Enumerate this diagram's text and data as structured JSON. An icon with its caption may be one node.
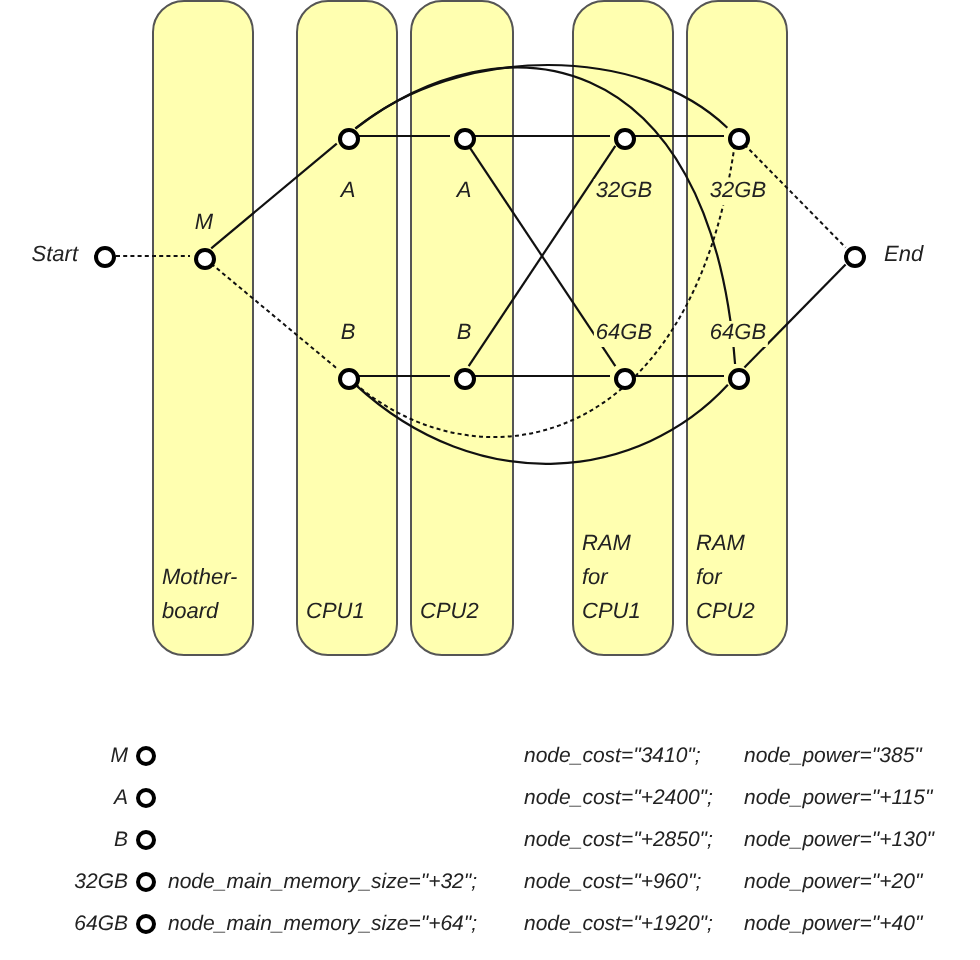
{
  "diagram": {
    "nodes": [
      {
        "text": [
          "Mother- board"
        ]
      },
      {
        "text": [
          "CPU1"
        ]
      },
      {
        "text": [
          "CPU2"
        ]
      },
      {
        "text": [
          "RAM for CPU1"
        ]
      },
      {
        "text": [
          "RAM for CPU2"
        ]
      },
      {
        "text": [],
        "shape": "circle",
        "beside": [
          "Start"
        ]
      },
      {
        "text": [],
        "shape": "circle",
        "beside": [
          "M"
        ],
        "in": 0
      },
      {
        "text": [],
        "shape": "circle",
        "beside": [
          "A"
        ],
        "in": 1
      },
      {
        "text": [],
        "shape": "circle",
        "beside": [
          "B"
        ],
        "in": 1
      },
      {
        "text": [],
        "shape": "circle",
        "beside": [
          "A"
        ],
        "in": 2
      },
      {
        "text": [],
        "shape": "circle",
        "beside": [
          "B"
        ],
        "in": 2
      },
      {
        "text": [],
        "shape": "circle",
        "beside": [
          "32GB"
        ],
        "in": 3
      },
      {
        "text": [],
        "shape": "circle",
        "beside": [
          "64GB"
        ],
        "in": 3
      },
      {
        "text": [],
        "shape": "circle",
        "beside": [
          "32GB"
        ],
        "in": 4
      },
      {
        "text": [],
        "shape": "circle",
        "beside": [
          "64GB"
        ],
        "in": 4
      },
      {
        "text": [],
        "shape": "circle",
        "beside": [
          "End"
        ]
      }
    ],
    "edges": [
      {
        "from": 5,
        "to": 6,
        "arrow": "none",
        "style": "dashed"
      },
      {
        "from": 6,
        "to": 7,
        "arrow": "none"
      },
      {
        "from": 6,
        "to": 8,
        "arrow": "none",
        "style": "dashed"
      },
      {
        "from": 7,
        "to": 9,
        "arrow": "none"
      },
      {
        "from": 9,
        "to": 11,
        "arrow": "none"
      },
      {
        "from": 11,
        "to": 13,
        "arrow": "none"
      },
      {
        "from": 9,
        "to": 12,
        "arrow": "none"
      },
      {
        "from": 10,
        "to": 11,
        "arrow": "none"
      },
      {
        "from": 8,
        "to": 10,
        "arrow": "none"
      },
      {
        "from": 10,
        "to": 12,
        "arrow": "none"
      },
      {
        "from": 12,
        "to": 14,
        "arrow": "none"
      },
      {
        "from": 7,
        "to": 13,
        "arrow": "none"
      },
      {
        "from": 7,
        "to": 14,
        "arrow": "none"
      },
      {
        "from": 8,
        "to": 14,
        "arrow": "none"
      },
      {
        "from": 8,
        "to": 13,
        "arrow": "none",
        "style": "dashed"
      },
      {
        "from": 13,
        "to": 15,
        "arrow": "none",
        "style": "dashed"
      },
      {
        "from": 14,
        "to": 15,
        "arrow": "none"
      }
    ],
    "labels": [
      "M",
      "node_cost=\"3410\";",
      "node_power=\"385\"",
      "A",
      "node_cost=\"+2400\";",
      "node_power=\"+115\"",
      "B",
      "node_cost=\"+2850\";",
      "node_power=\"+130\"",
      "32GB",
      "node_main_memory_size=\"+32\";",
      "node_cost=\"+960\";",
      "node_power=\"+20\"",
      "64GB",
      "node_main_memory_size=\"+64\";",
      "node_cost=\"+1920\";",
      "node_power=\"+40\""
    ]
  }
}
